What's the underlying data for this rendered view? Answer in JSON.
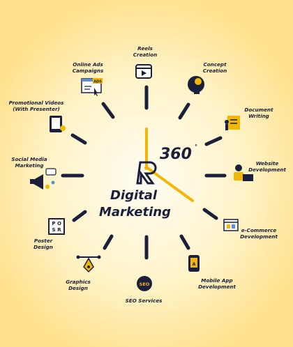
{
  "badge": "360",
  "title": [
    "Digital",
    "Marketing"
  ],
  "services": [
    {
      "lines": [
        "Reels",
        "Creation"
      ],
      "icon": "video-play-icon"
    },
    {
      "lines": [
        "Concept",
        "Creation"
      ],
      "icon": "brain-idea-icon"
    },
    {
      "lines": [
        "Document",
        "Writing"
      ],
      "icon": "document-writing-icon"
    },
    {
      "lines": [
        "Website",
        "Development"
      ],
      "icon": "developer-laptop-icon"
    },
    {
      "lines": [
        "e-Commerce",
        "Development"
      ],
      "icon": "ecommerce-cart-icon"
    },
    {
      "lines": [
        "Mobile App",
        "Development"
      ],
      "icon": "mobile-app-icon"
    },
    {
      "lines": [
        "SEO Services"
      ],
      "icon": "seo-badge-icon"
    },
    {
      "lines": [
        "Graphics",
        "Design"
      ],
      "icon": "pen-tool-icon"
    },
    {
      "lines": [
        "Poster",
        "Design"
      ],
      "icon": "poster-icon"
    },
    {
      "lines": [
        "Social Media",
        "Marketing"
      ],
      "icon": "megaphone-icon"
    },
    {
      "lines": [
        "Promotional Videos",
        "(With Presenter)"
      ],
      "icon": "presenter-video-icon"
    },
    {
      "lines": [
        "Online Ads",
        "Campaigns"
      ],
      "icon": "online-ads-icon"
    }
  ],
  "icon_texts": {
    "ads": "ADS",
    "poster": [
      "P",
      "O",
      "S",
      "R"
    ],
    "seo": "SEO",
    "app": "A"
  },
  "colors": {
    "navy": "#1b1f3b",
    "gold": "#f2b705",
    "bg": "#ffe9a8"
  }
}
